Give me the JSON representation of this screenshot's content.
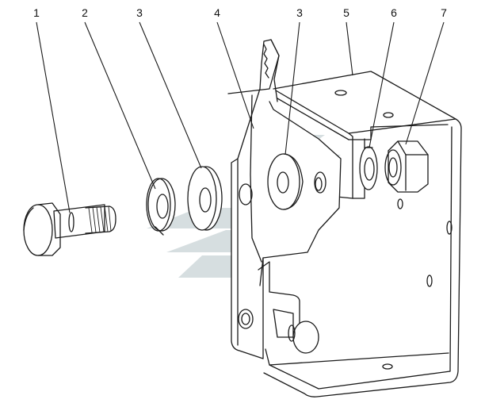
{
  "colors": {
    "line": "#1a1a1a",
    "watermark": "#c9d3d6",
    "background": "#ffffff"
  },
  "callouts": [
    {
      "id": "1",
      "label": "1"
    },
    {
      "id": "2",
      "label": "2"
    },
    {
      "id": "3a",
      "label": "3"
    },
    {
      "id": "4",
      "label": "4"
    },
    {
      "id": "3b",
      "label": "3"
    },
    {
      "id": "5",
      "label": "5"
    },
    {
      "id": "6",
      "label": "6"
    },
    {
      "id": "7",
      "label": "7"
    }
  ]
}
